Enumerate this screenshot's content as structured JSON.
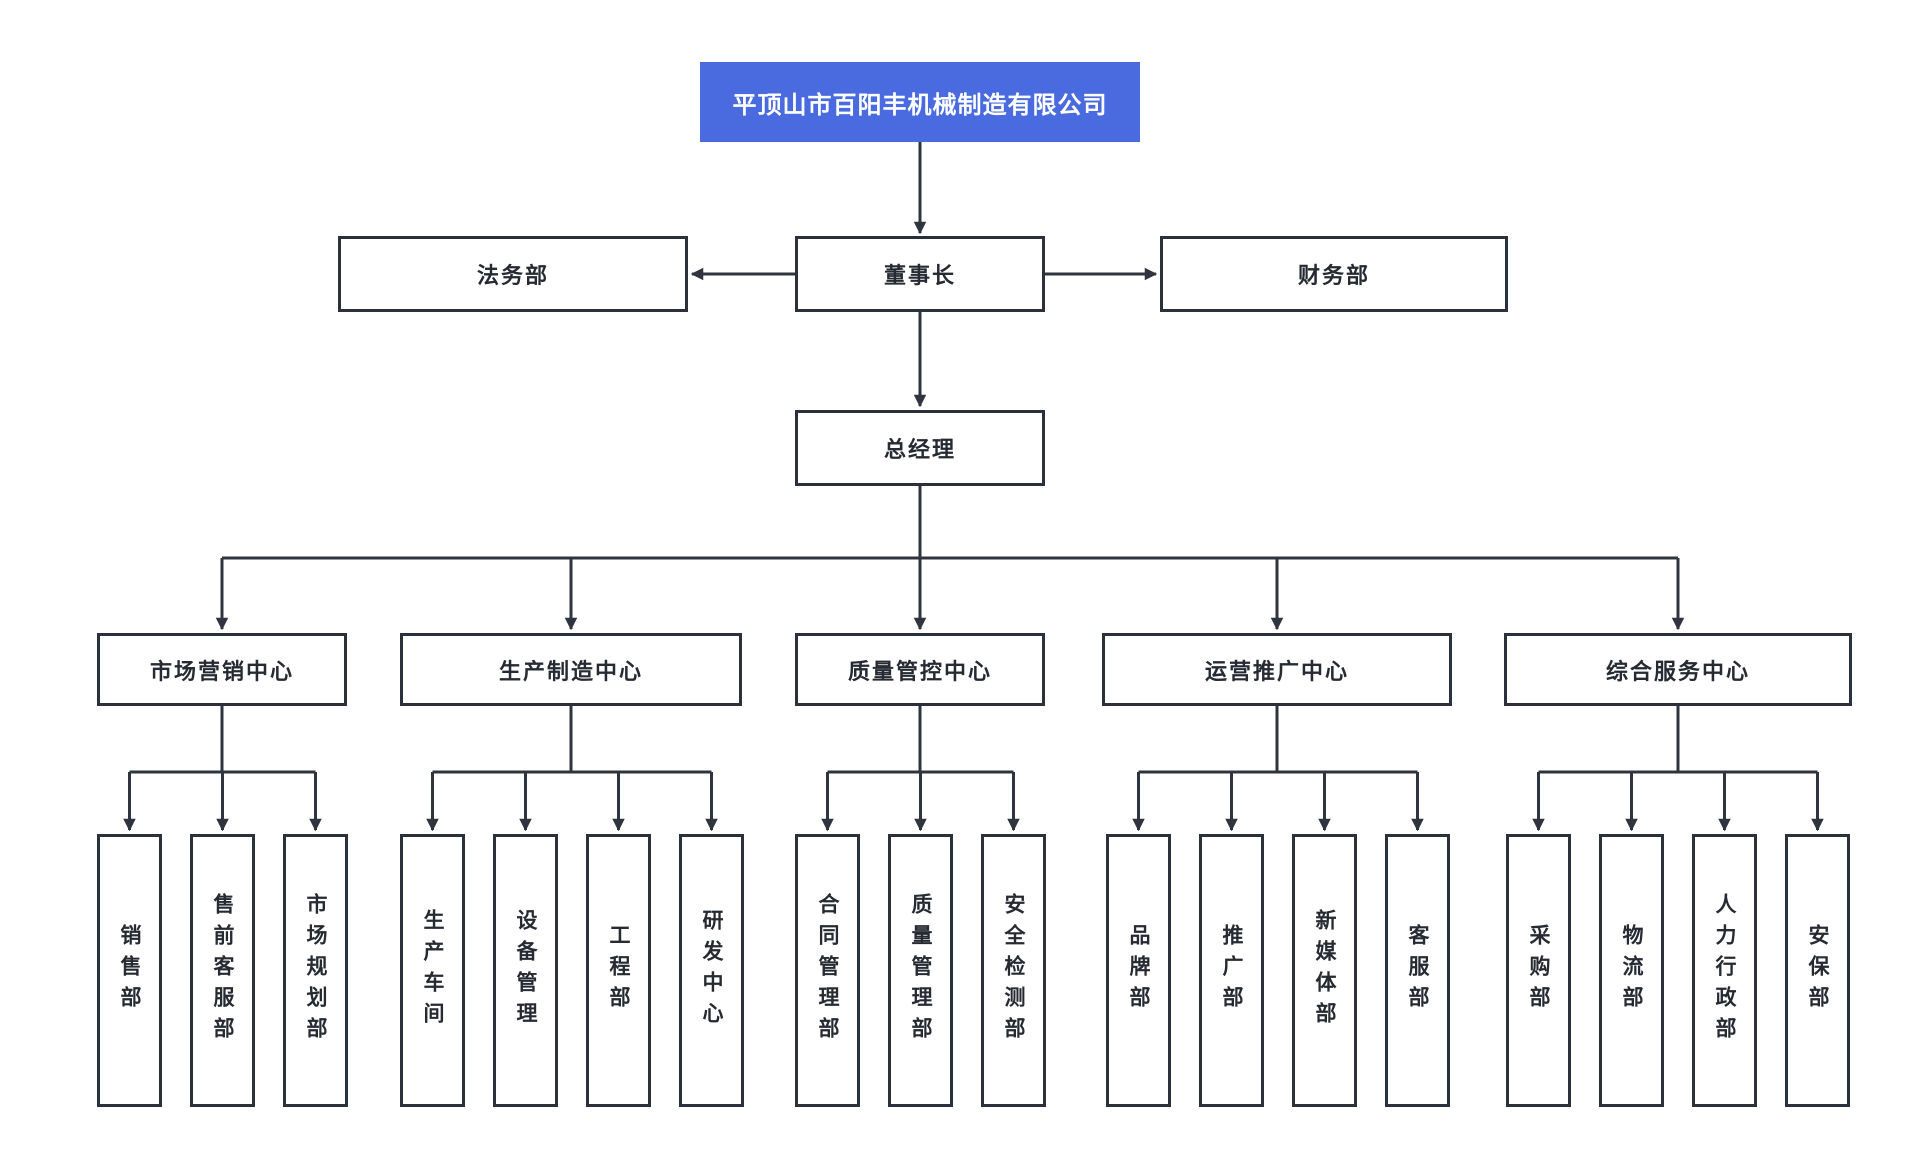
{
  "company": {
    "name": "平顶山市百阳丰机械制造有限公司"
  },
  "org": {
    "chairman": "董事长",
    "legal_dept": "法务部",
    "finance_dept": "财务部",
    "general_manager": "总经理",
    "centers": [
      {
        "label": "市场营销中心",
        "departments": [
          "销售部",
          "售前客服部",
          "市场规划部"
        ]
      },
      {
        "label": "生产制造中心",
        "departments": [
          "生产车间",
          "设备管理",
          "工程部",
          "研发中心"
        ]
      },
      {
        "label": "质量管控中心",
        "departments": [
          "合同管理部",
          "质量管理部",
          "安全检测部"
        ]
      },
      {
        "label": "运营推广中心",
        "departments": [
          "品牌部",
          "推广部",
          "新媒体部",
          "客服部"
        ]
      },
      {
        "label": "综合服务中心",
        "departments": [
          "采购部",
          "物流部",
          "人力行政部",
          "安保部"
        ]
      }
    ]
  },
  "colors": {
    "accent_blue": "#4a6be0",
    "line": "#2f353f",
    "node_border": "#2a313b",
    "node_background": "#ffffff",
    "root_text": "#ffffff"
  }
}
